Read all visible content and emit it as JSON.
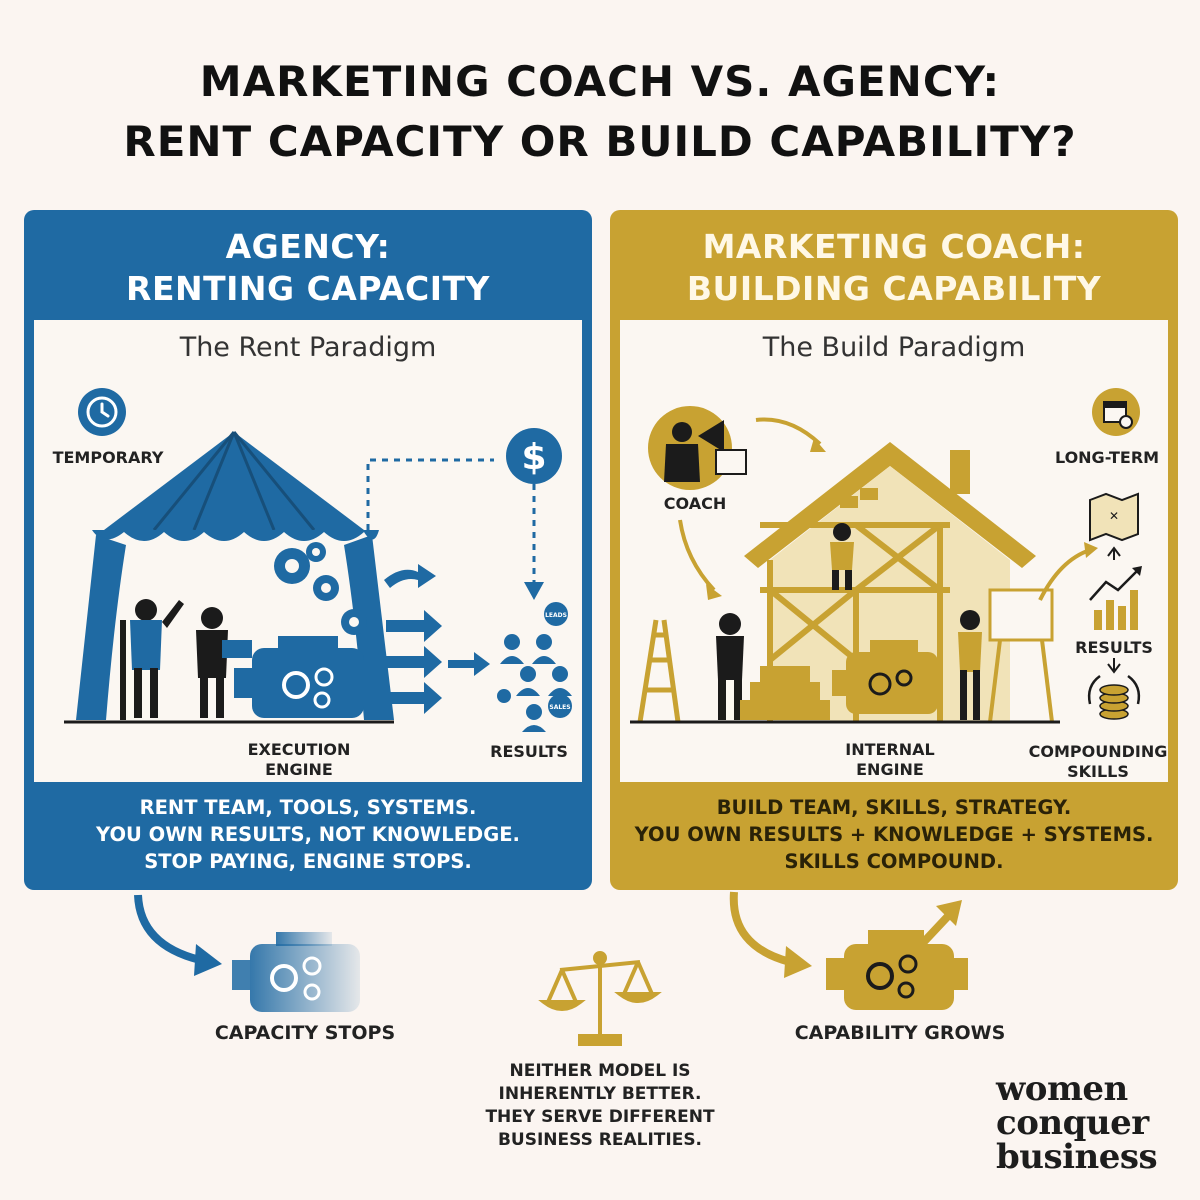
{
  "title": {
    "line1": "MARKETING COACH VS. AGENCY:",
    "line2": "RENT CAPACITY OR BUILD CAPABILITY?"
  },
  "agency": {
    "heading_line1": "AGENCY:",
    "heading_line2": "RENTING CAPACITY",
    "paradigm": "The Rent Paradigm",
    "label_temporary": "TEMPORARY",
    "label_engine_line1": "EXECUTION",
    "label_engine_line2": "ENGINE",
    "label_results": "RESULTS",
    "badge_leads": "LEADS",
    "badge_sales": "SALES",
    "footer_line1": "RENT TEAM, TOOLS, SYSTEMS.",
    "footer_line2": "YOU OWN RESULTS, NOT KNOWLEDGE.",
    "footer_line3": "STOP PAYING, ENGINE STOPS.",
    "icon_dollar": "$"
  },
  "coach": {
    "heading_line1": "MARKETING COACH:",
    "heading_line2": "BUILDING CAPABILITY",
    "paradigm": "The Build Paradigm",
    "label_coach": "COACH",
    "label_long_term": "LONG-TERM",
    "label_results": "RESULTS",
    "label_engine_line1": "INTERNAL",
    "label_engine_line2": "ENGINE",
    "label_compounding_line1": "COMPOUNDING",
    "label_compounding_line2": "SKILLS",
    "footer_line1": "BUILD TEAM, SKILLS, STRATEGY.",
    "footer_line2": "YOU OWN RESULTS + KNOWLEDGE + SYSTEMS.",
    "footer_line3": "SKILLS COMPOUND."
  },
  "bottom": {
    "capacity_stops": "CAPACITY STOPS",
    "capability_grows": "CAPABILITY GROWS",
    "note_line1": "NEITHER MODEL IS",
    "note_line2": "INHERENTLY BETTER.",
    "note_line3": "THEY SERVE DIFFERENT",
    "note_line4": "BUSINESS REALITIES."
  },
  "logo": {
    "line1": "women",
    "line2": "conquer",
    "line3": "business"
  },
  "colors": {
    "agency_blue": "#1f6aa3",
    "coach_gold": "#c8a232",
    "background": "#fbf5f1"
  },
  "icons": {
    "clock": "clock-icon",
    "dollar": "dollar-icon",
    "calendar": "calendar-icon",
    "megaphone": "megaphone-icon",
    "engine": "engine-icon",
    "gear": "gear-icon",
    "scale": "balance-scale-icon",
    "tent": "tent-icon",
    "house": "house-icon"
  }
}
